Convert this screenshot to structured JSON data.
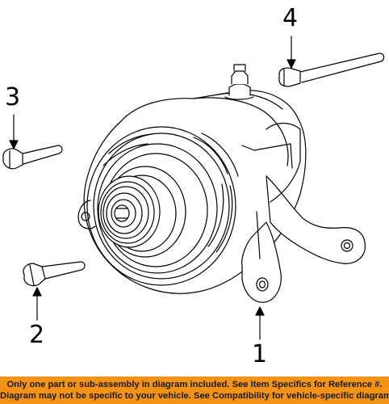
{
  "callouts": {
    "one": "1",
    "two": "2",
    "three": "3",
    "four": "4"
  },
  "footer": {
    "line1": "Only one part or sub-assembly in diagram included. See Item Specifics for Reference #.",
    "line2": "Diagram may not be specific to your vehicle. See Compatibility for vehicle-specific diagrams."
  },
  "colors": {
    "footer_bg": "#f29318",
    "line": "#000000",
    "paper": "#ffffff"
  }
}
